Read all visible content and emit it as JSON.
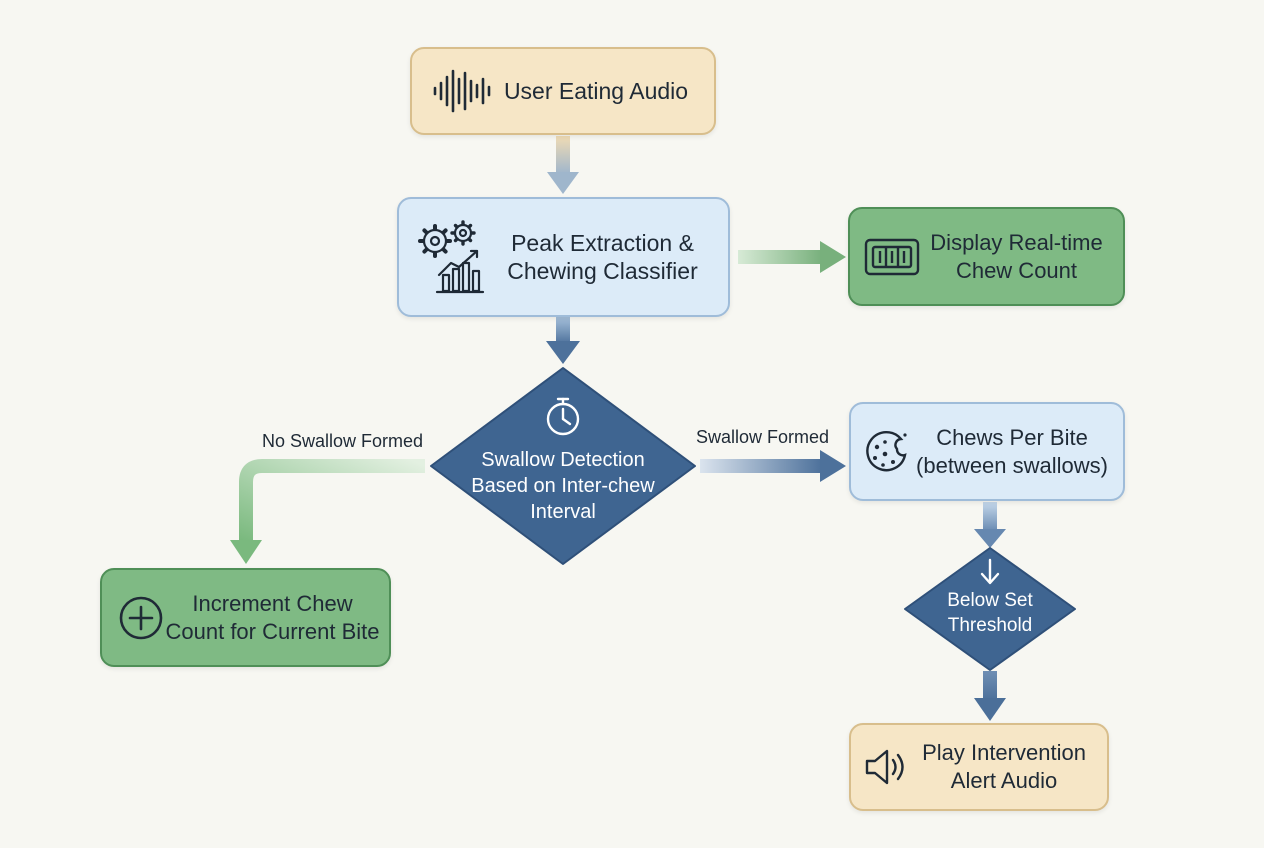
{
  "nodes": {
    "input": {
      "label": "User Eating Audio",
      "icon": "waveform-icon"
    },
    "classifier": {
      "line1": "Peak Extraction &",
      "line2": "Chewing Classifier",
      "icon": "gears-chart-icon"
    },
    "display": {
      "line1": "Display Real-time",
      "line2": "Chew Count",
      "icon": "counter-display-icon"
    },
    "swallow": {
      "line1": "Swallow Detection",
      "line2": "Based on Inter-chew",
      "line3": "Interval",
      "icon": "stopwatch-icon"
    },
    "increment": {
      "line1": "Increment Chew",
      "line2": "Count for Current Bite",
      "icon": "plus-circle-icon"
    },
    "chews_per_bite": {
      "line1": "Chews Per Bite",
      "line2": "(between swallows)",
      "icon": "cookie-icon"
    },
    "threshold": {
      "line1": "Below Set",
      "line2": "Threshold",
      "icon": "arrow-down-icon"
    },
    "alert": {
      "line1": "Play Intervention",
      "line2": "Alert Audio",
      "icon": "speaker-icon"
    }
  },
  "edges": {
    "no_swallow": "No Swallow Formed",
    "swallow": "Swallow Formed"
  },
  "colors": {
    "tan": "#f6e6c6",
    "light_blue": "#dcebf8",
    "green": "#7fba84",
    "navy": "#3f6591"
  }
}
